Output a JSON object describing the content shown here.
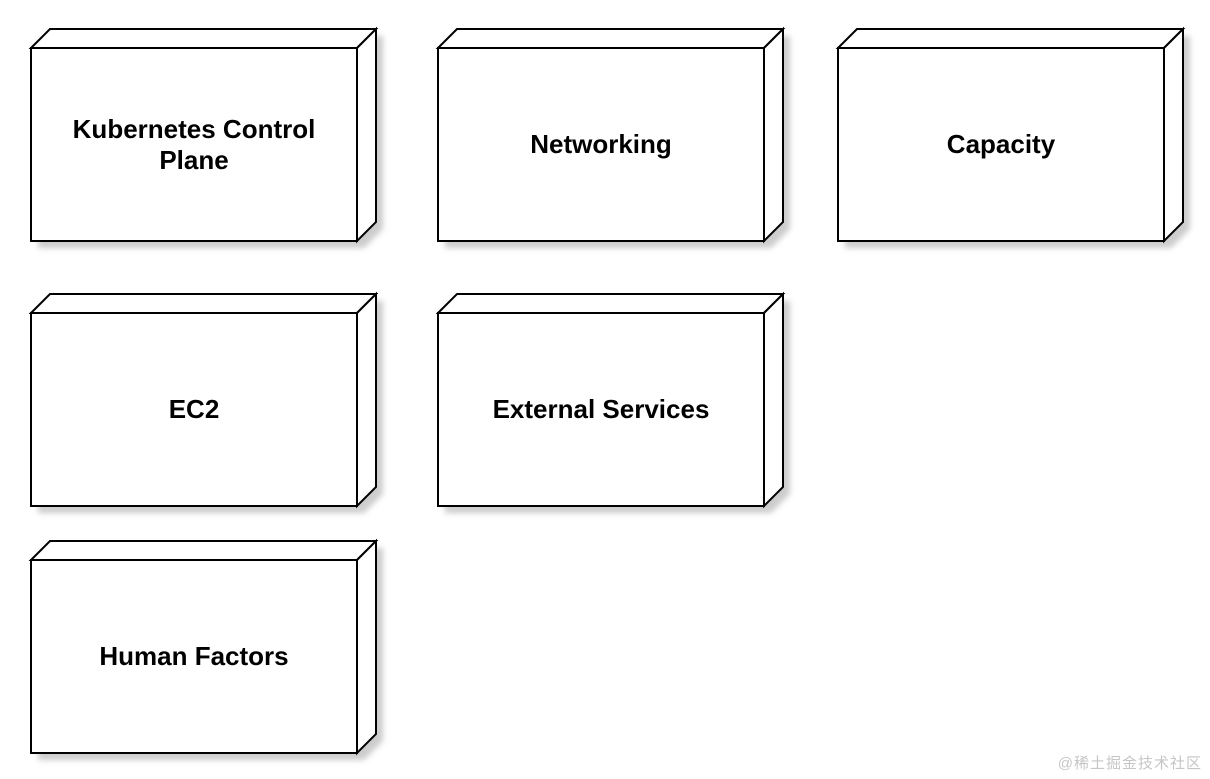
{
  "diagram": {
    "kind": "3d-node-boxes",
    "nodes": [
      {
        "id": "kubernetes-control-plane",
        "label": "Kubernetes Control Plane"
      },
      {
        "id": "networking",
        "label": "Networking"
      },
      {
        "id": "capacity",
        "label": "Capacity"
      },
      {
        "id": "ec2",
        "label": "EC2"
      },
      {
        "id": "external-services",
        "label": "External Services"
      },
      {
        "id": "human-factors",
        "label": "Human Factors"
      }
    ]
  },
  "watermark": {
    "text": "@稀土掘金技术社区"
  },
  "colors": {
    "background": "#ffffff",
    "node_fill": "#ffffff",
    "node_border": "#000000",
    "node_shadow": "#9a9a9a",
    "label_text": "#000000",
    "watermark_text": "#c6c6c6"
  }
}
